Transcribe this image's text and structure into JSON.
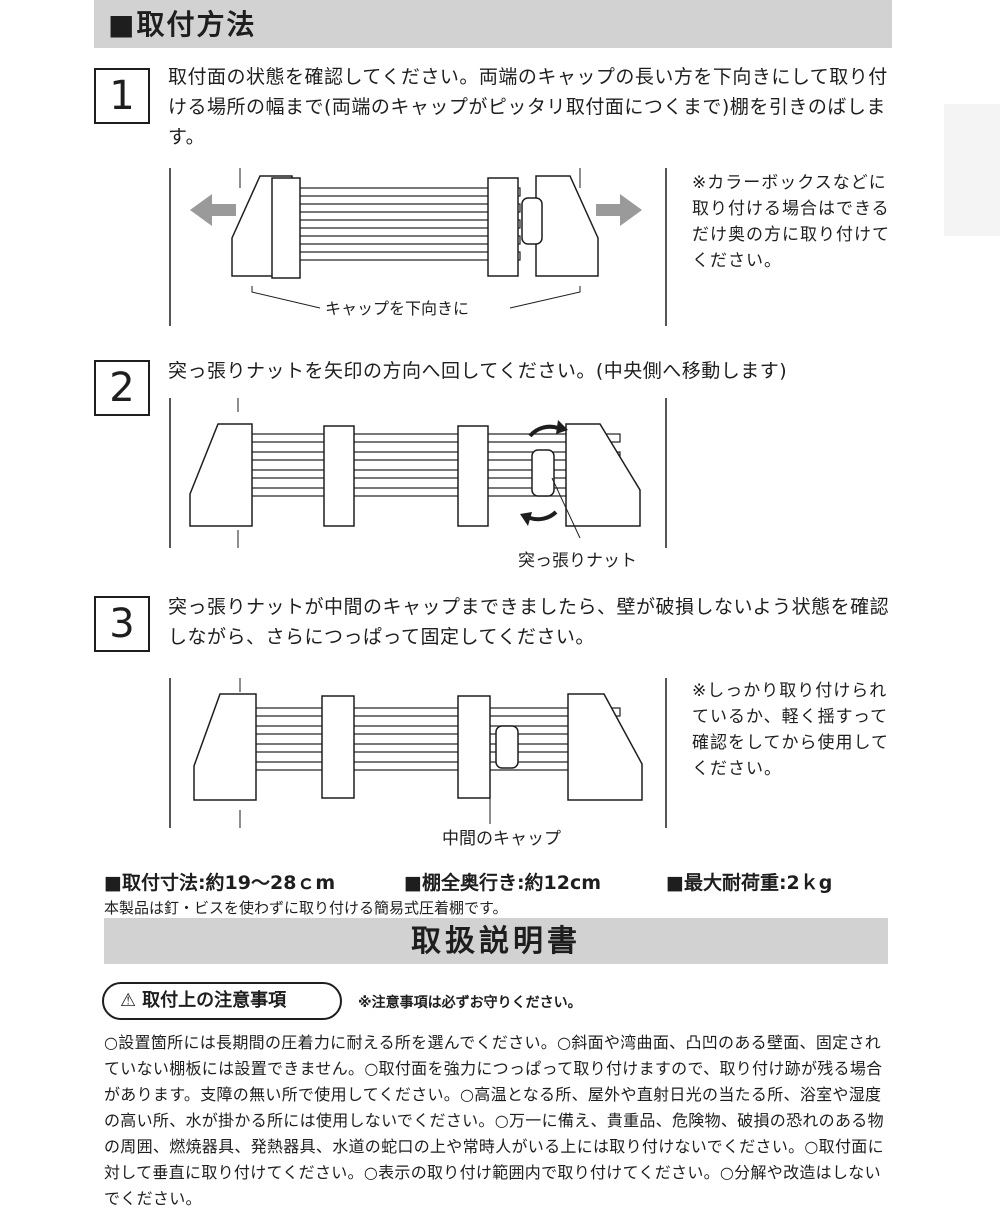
{
  "header": {
    "title": "■取付方法"
  },
  "steps": [
    {
      "number": "1",
      "text": "取付面の状態を確認してください。両端のキャップの長い方を下向きにして取り付ける場所の幅まで(両端のキャップがピッタリ取付面につくまで)棚を引きのばします。"
    },
    {
      "number": "2",
      "text": "突っ張りナットを矢印の方向へ回してください。(中央側へ移動します)"
    },
    {
      "number": "3",
      "text": "突っ張りナットが中間のキャップまできましたら、壁が破損しないよう状態を確認しながら、さらにつっぱって固定してください。"
    }
  ],
  "notes": {
    "step1": "※カラーボックスなどに取り付ける場合はできるだけ奥の方に取り付けてください。",
    "step3": "※しっかり取り付けられているか、軽く揺すって確認をしてから使用してください。"
  },
  "callouts": {
    "cap_down": "キャップを下向きに",
    "tension_nut": "突っ張りナット",
    "middle_cap": "中間のキャップ"
  },
  "specs": {
    "size": "■取付寸法:約19〜28ｃm",
    "depth": "■棚全奥行き:約12cm",
    "load": "■最大耐荷重:2ｋg"
  },
  "product_note": "本製品は釘・ビスを使わずに取り付ける簡易式圧着棚です。",
  "manual": {
    "title": "取扱説明書",
    "caution_label": "取付上の注意事項",
    "caution_note": "※注意事項は必ずお守りください。",
    "body": "○設置箇所には長期間の圧着力に耐える所を選んでください。○斜面や湾曲面、凸凹のある壁面、固定されていない棚板には設置できません。○取付面を強力につっぱって取り付けますので、取り付け跡が残る場合があります。支障の無い所で使用してください。○高温となる所、屋外や直射日光の当たる所、浴室や湿度の高い所、水が掛かる所には使用しないでください。○万一に備え、貴重品、危険物、破損の恐れのある物の周囲、燃焼器具、発熱器具、水道の蛇口の上や常時人がいる上には取り付けないでください。○取付面に対して垂直に取り付けてください。○表示の取り付け範囲内で取り付けてください。○分解や改造はしないでください。"
  },
  "colors": {
    "bar": "#d2d2d2",
    "text": "#1e1e1e",
    "arrow": "#9a9a9a"
  }
}
